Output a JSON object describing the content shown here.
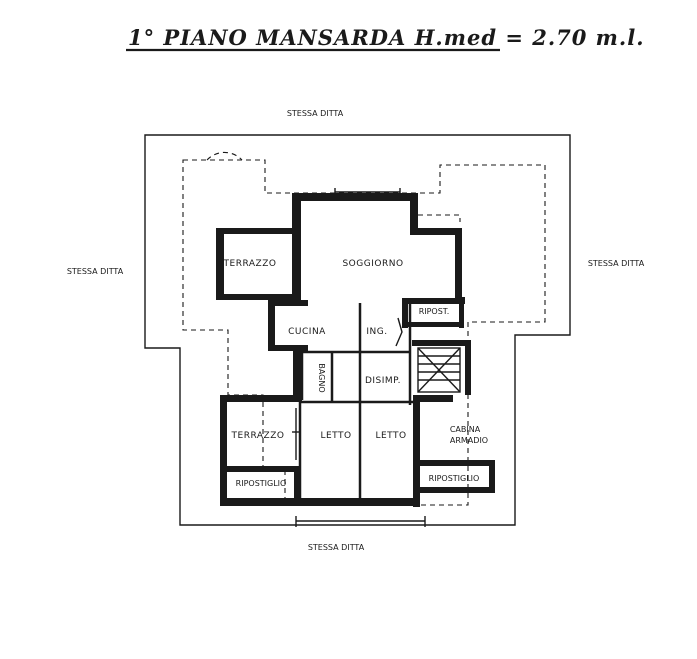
{
  "title": "1° PIANO   MANSARDA  H.med = 2.70 m.l.",
  "neighbors": {
    "top": "STESSA DITTA",
    "left": "STESSA DITTA",
    "right": "STESSA DITTA",
    "bottom": "STESSA DITTA"
  },
  "rooms": {
    "terrazzo_top": "TERRAZZO",
    "soggiorno": "SOGGIORNO",
    "cucina": "CUCINA",
    "ingresso": "ING.",
    "ripostiglio_top": "RIPOST.",
    "bagno": "BAGNO",
    "disimpegno": "DISIMP.",
    "terrazzo_bottom": "TERRAZZO",
    "letto_left": "LETTO",
    "letto_right": "LETTO",
    "cabina_armadio_1": "CABINA",
    "cabina_armadio_2": "ARMADIO",
    "ripostiglio_left": "RIPOSTIGLIO",
    "ripostiglio_right": "RIPOSTIGLIO"
  }
}
